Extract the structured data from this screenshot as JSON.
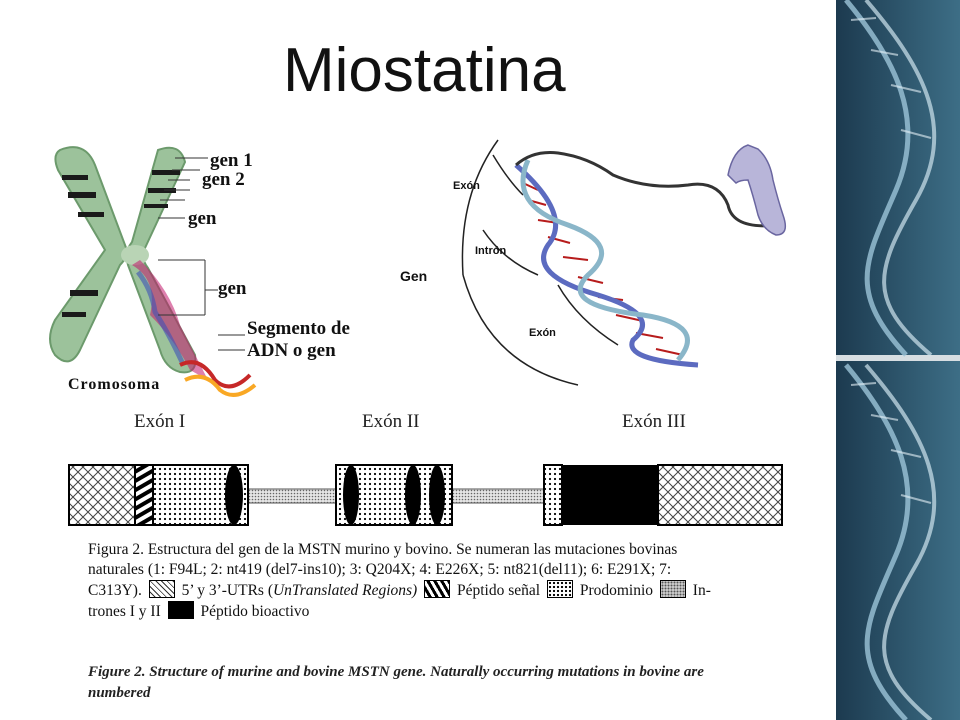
{
  "slide": {
    "title": "Miostatina"
  },
  "chromosome_figure": {
    "labels": [
      "gen 1",
      "gen 2",
      "gen",
      "gen"
    ],
    "segment_label": [
      "Segmento de",
      "ADN o gen"
    ],
    "caption": "Cromosoma"
  },
  "gene_figure": {
    "gen_label": "Gen",
    "exon_top": "Exón",
    "intron": "Intrón",
    "exon_bottom": "Exón"
  },
  "gene_structure": {
    "exon_headers": [
      "Exón I",
      "Exón II",
      "Exón III"
    ],
    "caption_es": {
      "line1": "Figura 2. Estructura del gen de la MSTN murino y bovino. Se numeran las mutaciones bovinas",
      "line2": "naturales (1: F94L; 2: nt419 (del7-ins10); 3: Q204X; 4: E226X; 5: nt821(del11); 6: E291X; 7:",
      "line3_a": "C313Y).",
      "utr_pre": "5’ y 3’-UTRs (",
      "utr_italic": "UnTranslated Regions)",
      "signal": "Péptido señal",
      "prodomain": "Prodominio",
      "introns_a": "In-",
      "introns_b": "trones I y II",
      "bioactive": "Péptido bioactivo"
    },
    "caption_en": {
      "line1": "Figure 2. Structure of murine and bovine MSTN gene. Naturally occurring mutations in bovine are",
      "line2": "numbered"
    }
  }
}
